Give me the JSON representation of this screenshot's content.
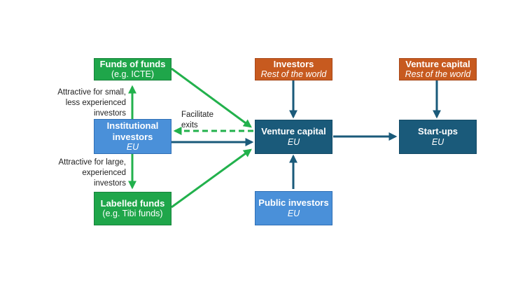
{
  "nodes": {
    "funds_of_funds": {
      "title": "Funds of funds",
      "subtitle": "(e.g. ICTE)"
    },
    "institutional": {
      "title": "Institutional investors",
      "subtitle": "EU"
    },
    "labelled": {
      "title": "Labelled funds",
      "subtitle": "(e.g. Tibi funds)"
    },
    "investors_row": {
      "title": "Investors",
      "subtitle": "Rest of the world"
    },
    "vc_row": {
      "title": "Venture capital",
      "subtitle": "Rest of the world"
    },
    "vc_eu": {
      "title": "Venture capital",
      "subtitle": "EU"
    },
    "startups": {
      "title": "Start-ups",
      "subtitle": "EU"
    },
    "public": {
      "title": "Public investors",
      "subtitle": "EU"
    }
  },
  "annotations": {
    "small": "Attractive for small, less experienced investors",
    "large": "Attractive for large, experienced investors",
    "exits": "Facilitate exits"
  },
  "colors": {
    "green": "#1fa64a",
    "blue": "#4a90d9",
    "navy": "#1a5a7a",
    "orange": "#c75a1f",
    "arrow_navy": "#1a5a7a",
    "arrow_green": "#22b14c"
  }
}
